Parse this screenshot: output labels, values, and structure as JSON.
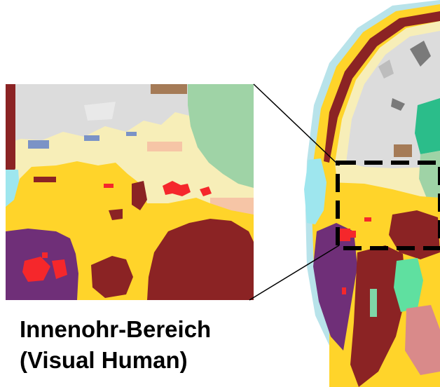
{
  "caption": {
    "line1": "Innenohr-Bereich",
    "line2": "(Visual Human)"
  },
  "colors": {
    "background": "#ffffff",
    "skin_yellow": "#ffd42a",
    "muscle_maroon": "#8b2324",
    "brain_gray": "#dcdcdc",
    "fat_cream": "#f7eeb8",
    "purple_tissue": "#6f2f78",
    "red_vessels": "#f5272b",
    "cyan_cartilage": "#9ee6ee",
    "green_tissue": "#9fd3a6",
    "teal_tissue": "#2bbd8a",
    "pink_tissue": "#d98a8a",
    "brown_tissue": "#a57b57",
    "blue_gray": "#7b93c6",
    "peach": "#f6c5a6"
  },
  "icons": [
    "magnified-inset-image",
    "mri-head-section-image",
    "dashed-selection-box",
    "zoom-connector-lines"
  ]
}
